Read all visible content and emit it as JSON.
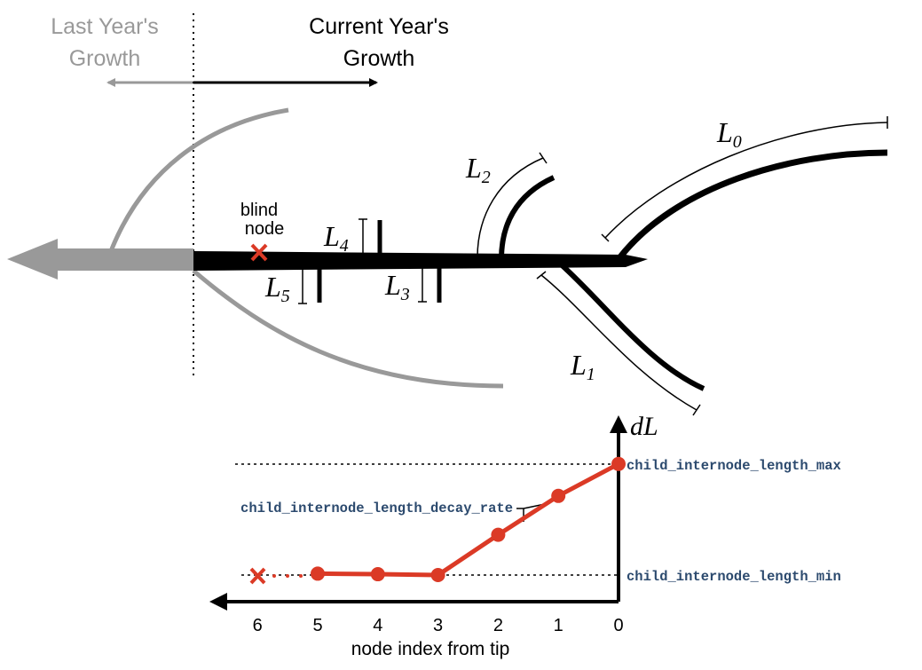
{
  "header": {
    "last_year": [
      "Last Year's",
      "Growth"
    ],
    "current_year": [
      "Current Year's",
      "Growth"
    ]
  },
  "branch_labels": {
    "blind_node": [
      "blind",
      "node"
    ],
    "L0": {
      "main": "L",
      "sub": "0"
    },
    "L1": {
      "main": "L",
      "sub": "1"
    },
    "L2": {
      "main": "L",
      "sub": "2"
    },
    "L3": {
      "main": "L",
      "sub": "3"
    },
    "L4": {
      "main": "L",
      "sub": "4"
    },
    "L5": {
      "main": "L",
      "sub": "5"
    }
  },
  "chart": {
    "y_axis_label": "dL",
    "x_axis_label": "node index from tip",
    "max_label": "child_internode_length_max",
    "min_label": "child_internode_length_min",
    "decay_label": "child_internode_length_decay_rate"
  },
  "colors": {
    "old_growth": "#999999",
    "new_growth": "#000000",
    "marker": "#db3a26",
    "param_text": "#2c4a6e"
  },
  "chart_data": {
    "type": "line",
    "x": [
      0,
      1,
      2,
      3,
      4,
      5
    ],
    "values": [
      4.0,
      2.85,
      1.45,
      0.0,
      0.03,
      0.05
    ],
    "blind_node_x": 6,
    "x_ticks": [
      "6",
      "5",
      "4",
      "3",
      "2",
      "1",
      "0"
    ],
    "xlabel": "node index from tip",
    "ylabel": "dL",
    "x_reversed": true,
    "ylim": [
      0,
      5
    ]
  }
}
